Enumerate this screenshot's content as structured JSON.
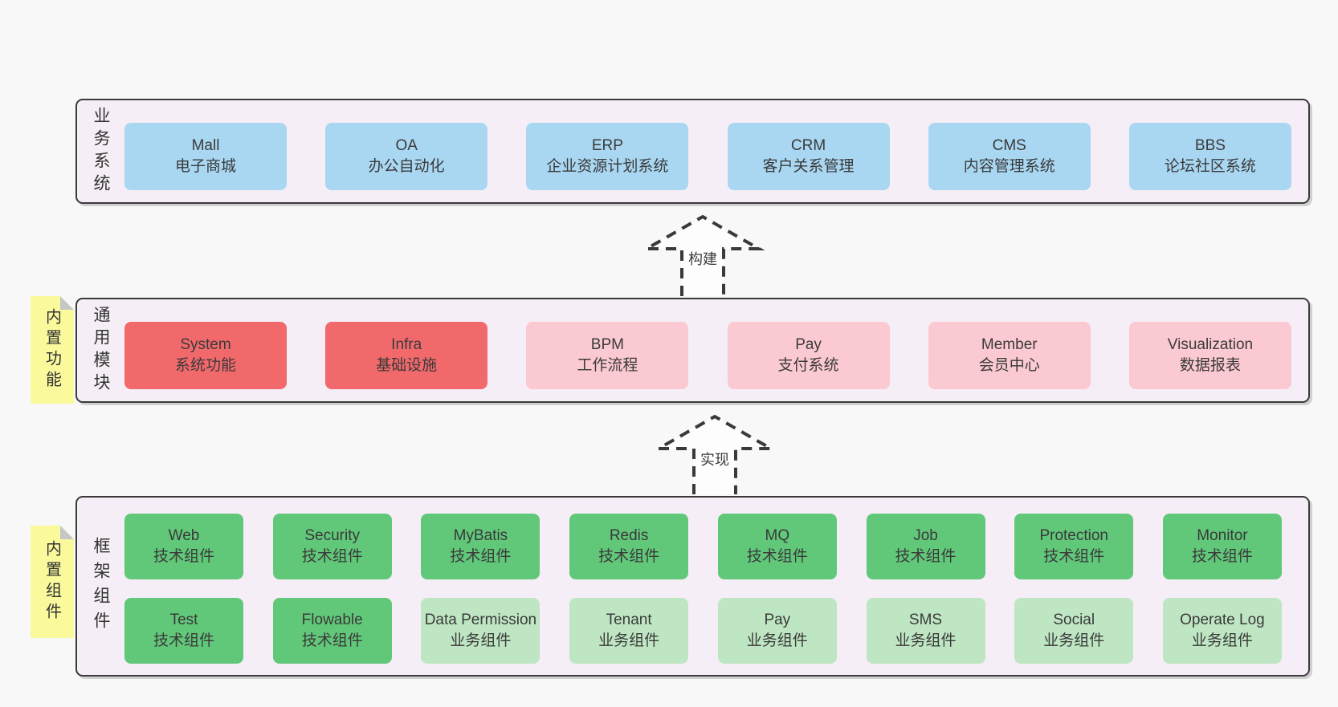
{
  "colors": {
    "bg": "#f8f8f8",
    "panel": "#f6eef6",
    "border": "#3a3a3a",
    "text": "#3a3a3a",
    "blue": "#a9d7f2",
    "red": "#f2696c",
    "pink": "#fbc9d2",
    "green": "#61c87a",
    "lightgreen": "#bfe6c3",
    "yellow": "#fafa9d",
    "fold": "#c6c6c6"
  },
  "stickies": [
    {
      "label": "内置功能"
    },
    {
      "label": "内置组件"
    }
  ],
  "arrows": [
    {
      "label": "构建",
      "direction": "up"
    },
    {
      "label": "实现",
      "direction": "up"
    }
  ],
  "layers": [
    {
      "title": "业务系统",
      "boxes": [
        {
          "en": "Mall",
          "zh": "电子商城",
          "variant": "blue"
        },
        {
          "en": "OA",
          "zh": "办公自动化",
          "variant": "blue"
        },
        {
          "en": "ERP",
          "zh": "企业资源计划系统",
          "variant": "blue"
        },
        {
          "en": "CRM",
          "zh": "客户关系管理",
          "variant": "blue"
        },
        {
          "en": "CMS",
          "zh": "内容管理系统",
          "variant": "blue"
        },
        {
          "en": "BBS",
          "zh": "论坛社区系统",
          "variant": "blue"
        }
      ]
    },
    {
      "title": "通用模块",
      "boxes": [
        {
          "en": "System",
          "zh": "系统功能",
          "variant": "red"
        },
        {
          "en": "Infra",
          "zh": "基础设施",
          "variant": "red"
        },
        {
          "en": "BPM",
          "zh": "工作流程",
          "variant": "pink"
        },
        {
          "en": "Pay",
          "zh": "支付系统",
          "variant": "pink"
        },
        {
          "en": "Member",
          "zh": "会员中心",
          "variant": "pink"
        },
        {
          "en": "Visualization",
          "zh": "数据报表",
          "variant": "pink"
        }
      ]
    },
    {
      "title": "框架组件",
      "rows": [
        [
          {
            "en": "Web",
            "zh": "技术组件",
            "variant": "green"
          },
          {
            "en": "Security",
            "zh": "技术组件",
            "variant": "green"
          },
          {
            "en": "MyBatis",
            "zh": "技术组件",
            "variant": "green"
          },
          {
            "en": "Redis",
            "zh": "技术组件",
            "variant": "green"
          },
          {
            "en": "MQ",
            "zh": "技术组件",
            "variant": "green"
          },
          {
            "en": "Job",
            "zh": "技术组件",
            "variant": "green"
          },
          {
            "en": "Protection",
            "zh": "技术组件",
            "variant": "green"
          },
          {
            "en": "Monitor",
            "zh": "技术组件",
            "variant": "green"
          }
        ],
        [
          {
            "en": "Test",
            "zh": "技术组件",
            "variant": "green"
          },
          {
            "en": "Flowable",
            "zh": "技术组件",
            "variant": "green"
          },
          {
            "en": "Data Permission",
            "zh": "业务组件",
            "variant": "lightgreen"
          },
          {
            "en": "Tenant",
            "zh": "业务组件",
            "variant": "lightgreen"
          },
          {
            "en": "Pay",
            "zh": "业务组件",
            "variant": "lightgreen"
          },
          {
            "en": "SMS",
            "zh": "业务组件",
            "variant": "lightgreen"
          },
          {
            "en": "Social",
            "zh": "业务组件",
            "variant": "lightgreen"
          },
          {
            "en": "Operate Log",
            "zh": "业务组件",
            "variant": "lightgreen"
          }
        ]
      ]
    }
  ]
}
